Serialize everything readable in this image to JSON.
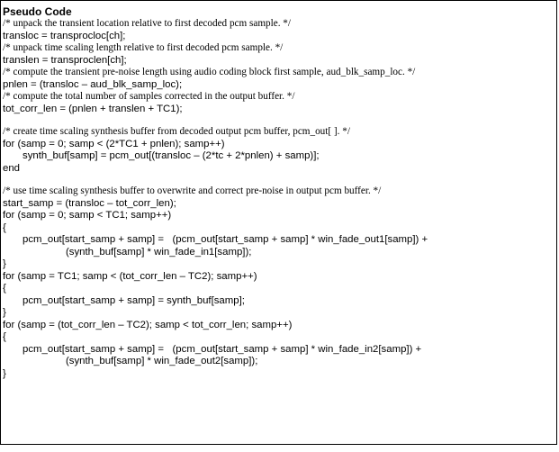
{
  "title": "Pseudo Code",
  "lines": [
    {
      "kind": "comment",
      "text": "/* unpack the transient location relative to first decoded pcm sample. */"
    },
    {
      "kind": "code",
      "text": "transloc = transprocloc[ch];"
    },
    {
      "kind": "comment",
      "text": "/* unpack time scaling length relative to first decoded pcm sample. */"
    },
    {
      "kind": "code",
      "text": "translen = transproclen[ch];"
    },
    {
      "kind": "comment",
      "text": "/* compute the transient pre-noise length using audio coding block first sample, aud_blk_samp_loc. */"
    },
    {
      "kind": "code",
      "text": "pnlen = (transloc – aud_blk_samp_loc);"
    },
    {
      "kind": "comment",
      "text": "/* compute the total number of samples corrected in the output buffer. */"
    },
    {
      "kind": "code",
      "text": "tot_corr_len = (pnlen + translen + TC1);"
    },
    {
      "kind": "blank",
      "text": ""
    },
    {
      "kind": "comment",
      "text": "/* create time scaling synthesis buffer from decoded output pcm buffer, pcm_out[ ]. */"
    },
    {
      "kind": "code",
      "text": "for (samp = 0; samp < (2*TC1 + pnlen); samp++)"
    },
    {
      "kind": "code",
      "indent": 1,
      "text": "synth_buf[samp] = pcm_out[(transloc – (2*tc + 2*pnlen) + samp)];"
    },
    {
      "kind": "code",
      "text": "end"
    },
    {
      "kind": "blank",
      "text": ""
    },
    {
      "kind": "comment",
      "text": "/* use time scaling synthesis buffer to overwrite and correct pre-noise in output pcm buffer. */"
    },
    {
      "kind": "code",
      "text": "start_samp = (transloc – tot_corr_len);"
    },
    {
      "kind": "code",
      "text": "for (samp = 0; samp < TC1; samp++)"
    },
    {
      "kind": "code",
      "text": "{"
    },
    {
      "kind": "code",
      "indent": 1,
      "text": "pcm_out[start_samp + samp] =   (pcm_out[start_samp + samp] * win_fade_out1[samp]) +"
    },
    {
      "kind": "code",
      "indent": 2,
      "text": "(synth_buf[samp] * win_fade_in1[samp]);"
    },
    {
      "kind": "code",
      "text": "}"
    },
    {
      "kind": "code",
      "text": "for (samp = TC1; samp < (tot_corr_len – TC2); samp++)"
    },
    {
      "kind": "code",
      "text": "{"
    },
    {
      "kind": "code",
      "indent": 1,
      "text": "pcm_out[start_samp + samp] = synth_buf[samp];"
    },
    {
      "kind": "code",
      "text": "}"
    },
    {
      "kind": "code",
      "text": "for (samp = (tot_corr_len – TC2); samp < tot_corr_len; samp++)"
    },
    {
      "kind": "code",
      "text": "{"
    },
    {
      "kind": "code",
      "indent": 1,
      "text": "pcm_out[start_samp + samp] =   (pcm_out[start_samp + samp] * win_fade_in2[samp]) +"
    },
    {
      "kind": "code",
      "indent": 2,
      "text": "(synth_buf[samp] * win_fade_out2[samp]);"
    },
    {
      "kind": "code",
      "text": "}"
    }
  ]
}
